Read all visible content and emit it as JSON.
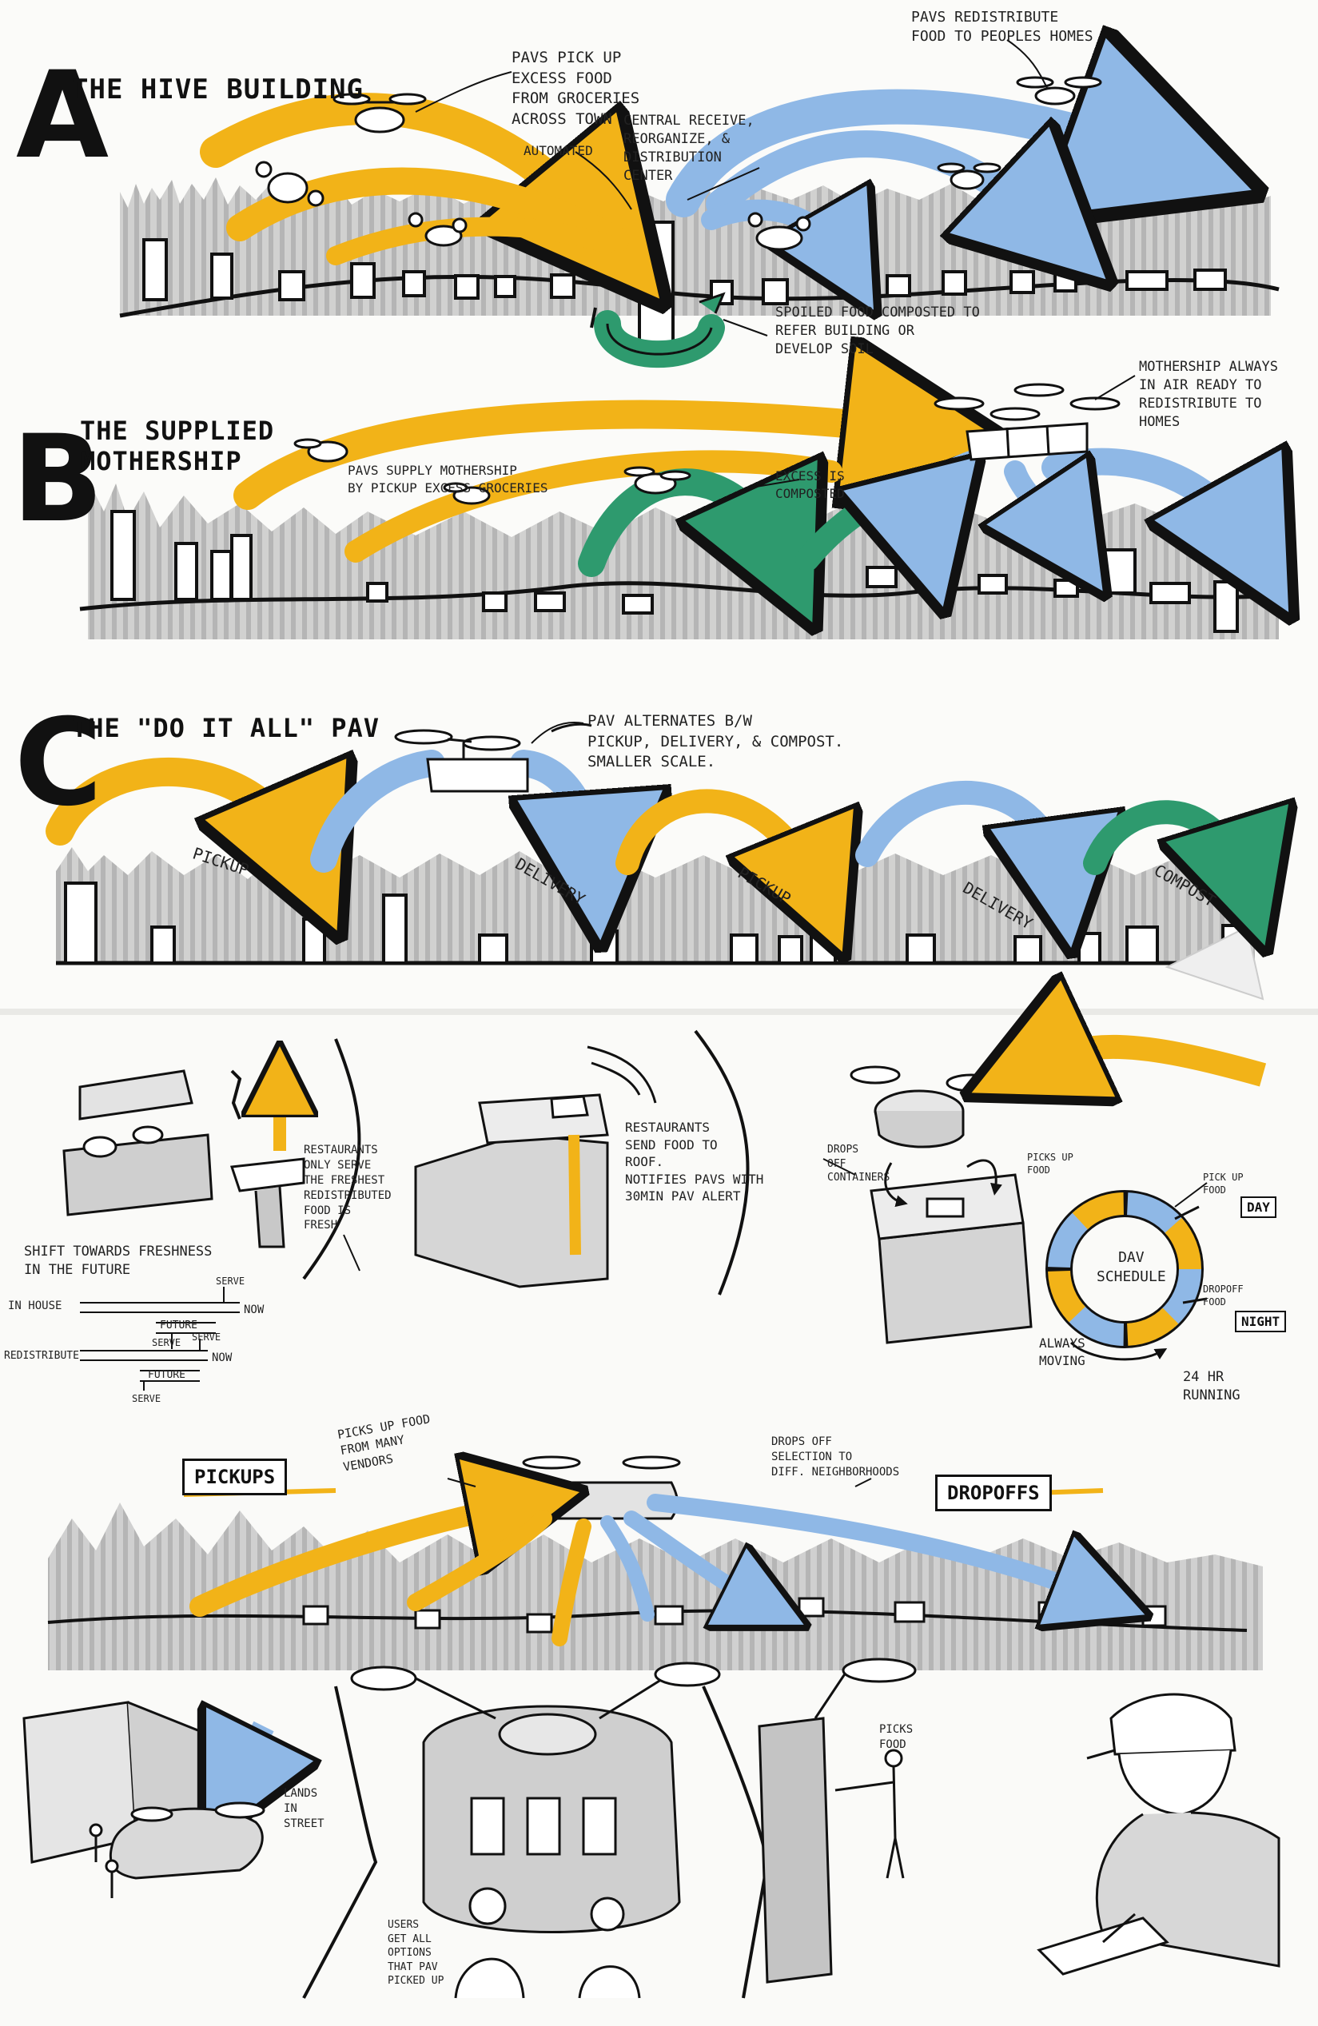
{
  "colors": {
    "pickup": "#f2b318",
    "delivery": "#8fb8e6",
    "compost": "#2e9a6e",
    "skyline": "#9a9a9a",
    "ink": "#111111"
  },
  "section_a": {
    "letter": "A",
    "title": "THE HIVE BUILDING",
    "notes": {
      "pickup": [
        "PAVS PICK UP",
        "EXCESS FOOD",
        "FROM GROCERIES",
        "ACROSS TOWN"
      ],
      "automated": "AUTOMATED",
      "center": [
        "CENTRAL RECEIVE,",
        "REORGANIZE, &",
        "DISTRIBUTION",
        "CENTER"
      ],
      "redistribute": [
        "PAVS REDISTRIBUTE",
        "FOOD TO PEOPLES HOMES"
      ],
      "compost": [
        "SPOILED FOOD COMPOSTED TO",
        "REFER BUILDING OR",
        "DEVELOP SOIL"
      ]
    }
  },
  "section_b": {
    "letter": "B",
    "title": [
      "THE SUPPLIED",
      "MOTHERSHIP"
    ],
    "notes": {
      "supply": [
        "PAVS SUPPLY MOTHERSHIP",
        "BY PICKUP EXCESS GROCERIES"
      ],
      "excess": [
        "EXCESS IS",
        "COMPOSTED"
      ],
      "mothership": [
        "MOTHERSHIP ALWAYS",
        "IN AIR READY TO",
        "REDISTRIBUTE TO",
        "HOMES"
      ]
    }
  },
  "section_c": {
    "letter": "C",
    "title": "THE \"DO IT ALL\" PAV",
    "notes": {
      "alternates": [
        "PAV ALTERNATES B/W",
        "PICKUP, DELIVERY, & COMPOST.",
        "SMALLER SCALE."
      ]
    },
    "arc_labels": [
      "PICKUP",
      "DELIVERY",
      "PICKUP",
      "DELIVERY",
      "COMPOST"
    ]
  },
  "storyboard": {
    "freshness": {
      "caption": [
        "SHIFT TOWARDS FRESHNESS",
        "IN THE FUTURE"
      ],
      "rows": [
        "IN HOUSE",
        "REDISTRIBUTE"
      ],
      "labels": {
        "serve": "SERVE",
        "now": "NOW",
        "future": "FUTURE"
      }
    },
    "restaurant_note": [
      "RESTAURANTS",
      "ONLY SERVE",
      "THE FRESHEST",
      "REDISTRIBUTED",
      "FOOD IS",
      "FRESH"
    ],
    "roof_note": [
      "RESTAURANTS",
      "SEND FOOD TO",
      "ROOF.",
      "NOTIFIES PAVS WITH",
      "30MIN PAV ALERT"
    ],
    "drop_note": [
      "DROPS",
      "OFF",
      "CONTAINERS"
    ],
    "picks_note": [
      "PICKS UP",
      "FOOD"
    ],
    "schedule": {
      "center": [
        "DAV",
        "SCHEDULE"
      ],
      "pickup": [
        "PICK UP",
        "FOOD"
      ],
      "dropoff": [
        "DROPOFF",
        "FOOD"
      ],
      "day": "DAY",
      "night": "NIGHT",
      "moving": [
        "ALWAYS",
        "MOVING"
      ],
      "running": [
        "24 HR",
        "RUNNING"
      ]
    },
    "pickups_label": "PICKUPS",
    "dropoffs_label": "DROPOFFS",
    "vendor_note": [
      "PICKS UP FOOD",
      "FROM MANY",
      "VENDORS"
    ],
    "selection_note": [
      "DROPS OFF",
      "SELECTION TO",
      "DIFF. NEIGHBORHOODS"
    ],
    "lands_note": [
      "LANDS",
      "IN",
      "STREET"
    ],
    "users_note": [
      "USERS",
      "GET ALL",
      "OPTIONS",
      "THAT PAV",
      "PICKED UP"
    ],
    "picks_food": [
      "PICKS",
      "FOOD"
    ]
  }
}
